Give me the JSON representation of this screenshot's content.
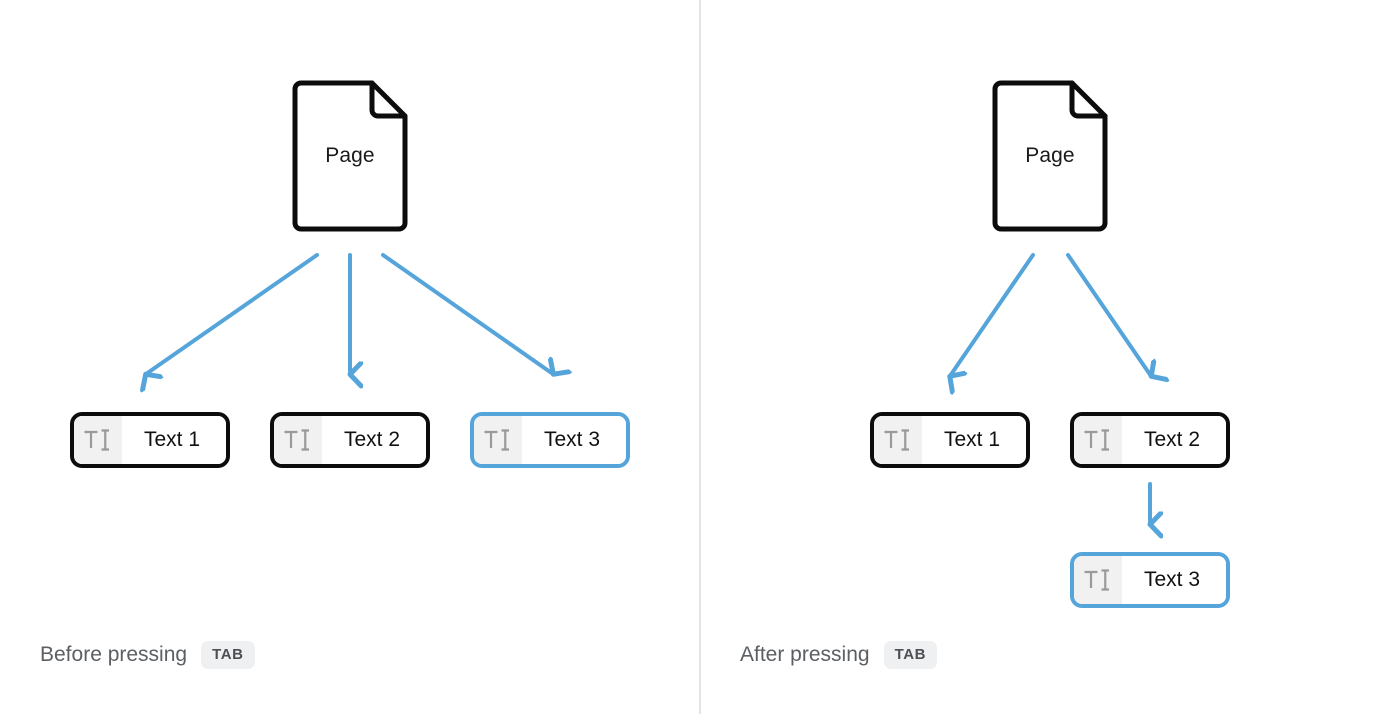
{
  "diagram": {
    "title_hidden": "",
    "colors": {
      "arrow_blue": "#55a5db",
      "selected_border": "#55a5db",
      "node_border": "#0c0c0c",
      "icon_gray": "#9a9a9a",
      "icon_bg": "#f1f1f1",
      "divider": "#e3e4e6",
      "caption_text": "#5b5f63",
      "kbd_bg": "#eff0f1"
    },
    "panels": [
      {
        "id": "before",
        "caption_prefix": "Before pressing",
        "caption_key": "TAB",
        "root": {
          "label": "Page",
          "icon": "document-icon"
        },
        "fields": [
          {
            "label": "Text 1",
            "icon": "text-tool-icon",
            "selected": false
          },
          {
            "label": "Text 2",
            "icon": "text-tool-icon",
            "selected": false
          },
          {
            "label": "Text 3",
            "icon": "text-tool-icon",
            "selected": true
          }
        ],
        "arrows": [
          {
            "from": "Page",
            "to": "Text 1"
          },
          {
            "from": "Page",
            "to": "Text 2"
          },
          {
            "from": "Page",
            "to": "Text 3"
          }
        ]
      },
      {
        "id": "after",
        "caption_prefix": "After pressing",
        "caption_key": "TAB",
        "root": {
          "label": "Page",
          "icon": "document-icon"
        },
        "fields": [
          {
            "label": "Text 1",
            "icon": "text-tool-icon",
            "selected": false
          },
          {
            "label": "Text 2",
            "icon": "text-tool-icon",
            "selected": false
          },
          {
            "label": "Text 3",
            "icon": "text-tool-icon",
            "selected": true
          }
        ],
        "arrows": [
          {
            "from": "Page",
            "to": "Text 1"
          },
          {
            "from": "Page",
            "to": "Text 2"
          },
          {
            "from": "Text 2",
            "to": "Text 3"
          }
        ]
      }
    ]
  }
}
